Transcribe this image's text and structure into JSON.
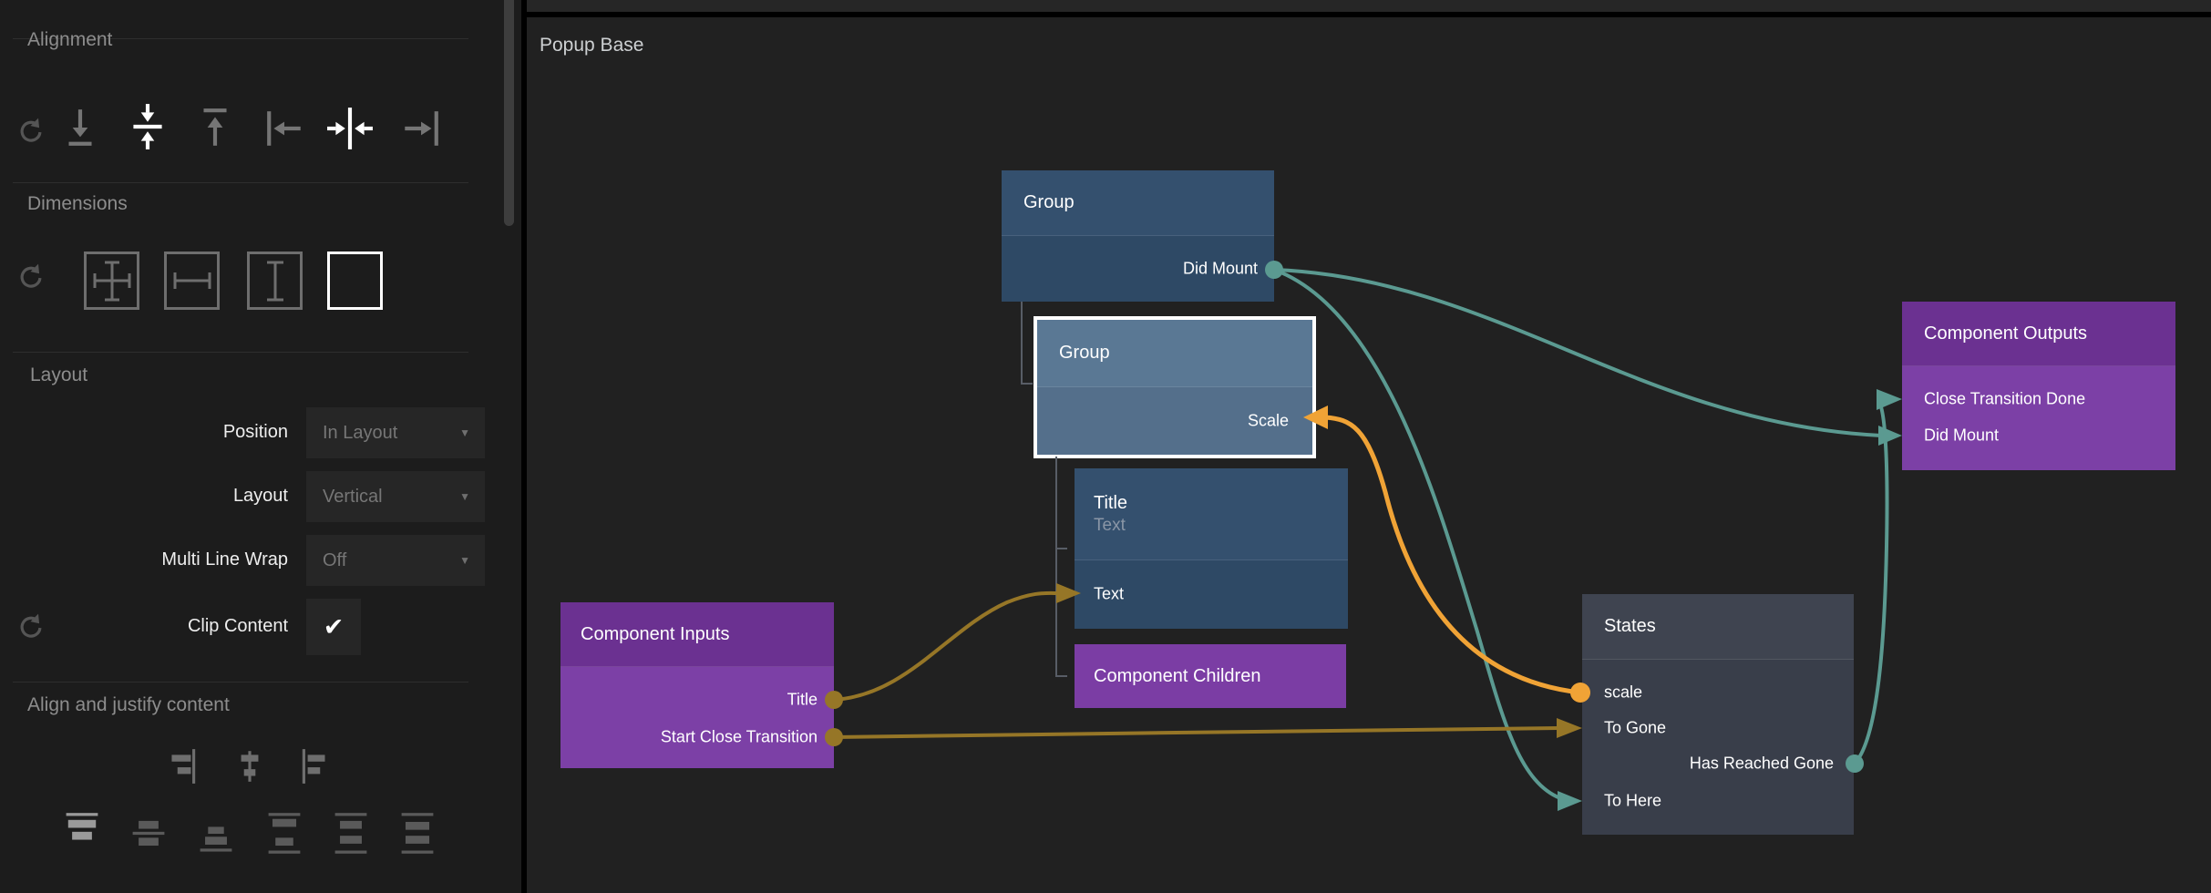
{
  "colors": {
    "canvas_bg": "#212121",
    "sidebar_bg": "#1c1c1c",
    "teal": "#5b9a91",
    "orange": "#f0a336",
    "gold": "#967627",
    "hierarchy_line": "#585d66",
    "node_blue_header": "#34506e",
    "node_blue_body": "#2e4965",
    "node_blue_sel_header": "#5a7894",
    "node_blue_sel_body": "#546f8b",
    "node_purple_header": "#6b3191",
    "node_purple_body": "#7c40a6",
    "node_purple_mid": "#7b3da4",
    "node_slate_header": "#3f4450",
    "node_slate_body": "#393e4a"
  },
  "sidebar": {
    "alignment_label": "Alignment",
    "dimensions_label": "Dimensions",
    "layout_label": "Layout",
    "position_label": "Position",
    "position_value": "In Layout",
    "layout_row_label": "Layout",
    "layout_value": "Vertical",
    "multiline_label": "Multi Line Wrap",
    "multiline_value": "Off",
    "clip_label": "Clip Content",
    "clip_check_glyph": "✔",
    "dropdown_caret_glyph": "▼",
    "align_justify_label": "Align and justify content"
  },
  "canvas": {
    "title": "Popup Base",
    "nodes": {
      "group1": {
        "title": "Group",
        "port_did_mount": "Did Mount"
      },
      "group2": {
        "title": "Group",
        "port_scale": "Scale"
      },
      "title_node": {
        "title": "Title",
        "subtitle": "Text",
        "port_text": "Text"
      },
      "component_children": {
        "title": "Component Children"
      },
      "component_inputs": {
        "title": "Component Inputs",
        "port_title": "Title",
        "port_start_close": "Start Close Transition"
      },
      "states": {
        "title": "States",
        "port_scale": "scale",
        "port_to_gone": "To Gone",
        "port_has_reached_gone": "Has Reached Gone",
        "port_to_here": "To Here"
      },
      "component_outputs": {
        "title": "Component Outputs",
        "port_close_done": "Close Transition Done",
        "port_did_mount": "Did Mount"
      }
    }
  }
}
